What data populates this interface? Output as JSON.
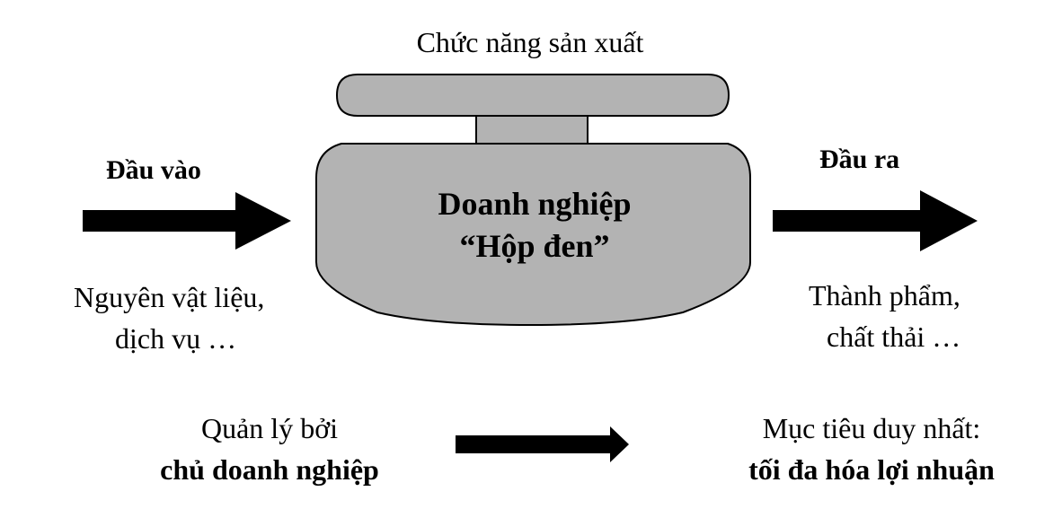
{
  "diagram": {
    "top_caption": "Chức năng sản xuất",
    "input_heading": "Đầu vào",
    "output_heading": "Đầu ra",
    "box_title": "Doanh nghiệp",
    "box_subtitle": "“Hộp đen”",
    "input_desc": [
      "Nguyên vật liệu,",
      "dịch vụ …"
    ],
    "output_desc": [
      "Thành phẩm,",
      "chất thải …"
    ],
    "manager_desc": [
      "Quản lý bởi",
      "chủ doanh nghiệp"
    ],
    "goal_desc": [
      "Mục tiêu duy nhất:",
      "tối đa hóa lợi nhuận"
    ]
  },
  "colors": {
    "shape_fill": "#b3b3b3",
    "stroke": "#000000",
    "text": "#000000",
    "background": "#ffffff"
  }
}
